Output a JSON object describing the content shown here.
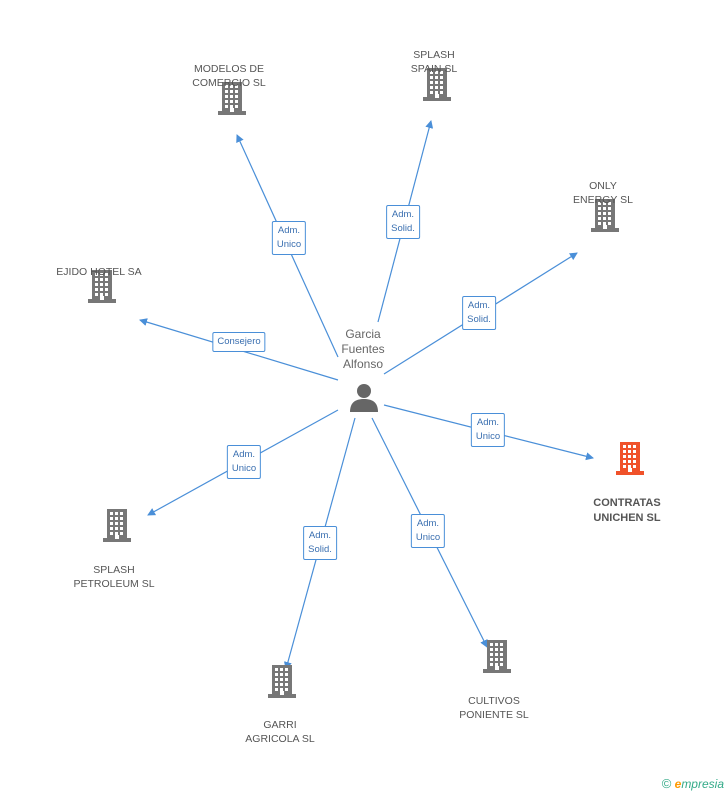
{
  "person": {
    "name": "Garcia\nFuentes\nAlfonso",
    "icon": "person-icon"
  },
  "companies": [
    {
      "id": "modelos",
      "name": "MODELOS DE\nCOMERCIO SL",
      "highlight": false,
      "icon": "building-icon"
    },
    {
      "id": "splash_spain",
      "name": "SPLASH\nSPAIN SL",
      "highlight": false,
      "icon": "building-icon"
    },
    {
      "id": "only",
      "name": "ONLY\nENERGY SL",
      "highlight": false,
      "icon": "building-icon"
    },
    {
      "id": "ejido",
      "name": "EJIDO HOTEL SA",
      "highlight": false,
      "icon": "building-icon"
    },
    {
      "id": "contratas",
      "name": "CONTRATAS\nUNICHEN SL",
      "highlight": true,
      "icon": "building-icon"
    },
    {
      "id": "splash_pet",
      "name": "SPLASH\nPETROLEUM SL",
      "highlight": false,
      "icon": "building-icon"
    },
    {
      "id": "garri",
      "name": "GARRI\nAGRICOLA SL",
      "highlight": false,
      "icon": "building-icon"
    },
    {
      "id": "cultivos",
      "name": "CULTIVOS\nPONIENTE  SL",
      "highlight": false,
      "icon": "building-icon"
    }
  ],
  "relations": [
    {
      "target": "modelos",
      "label": "Adm.\nUnico"
    },
    {
      "target": "splash_spain",
      "label": "Adm.\nSolid."
    },
    {
      "target": "only",
      "label": "Adm.\nSolid."
    },
    {
      "target": "ejido",
      "label": "Consejero"
    },
    {
      "target": "contratas",
      "label": "Adm.\nUnico"
    },
    {
      "target": "splash_pet",
      "label": "Adm.\nUnico"
    },
    {
      "target": "garri",
      "label": "Adm.\nSolid."
    },
    {
      "target": "cultivos",
      "label": "Adm.\nUnico"
    }
  ],
  "colors": {
    "edge": "#4a8fd8",
    "building": "#777777",
    "building_highlight": "#f0522a",
    "label_border": "#4a8fd8"
  },
  "footer": {
    "copyright": "©",
    "brand_initial": "e",
    "brand_rest": "mpresia"
  }
}
